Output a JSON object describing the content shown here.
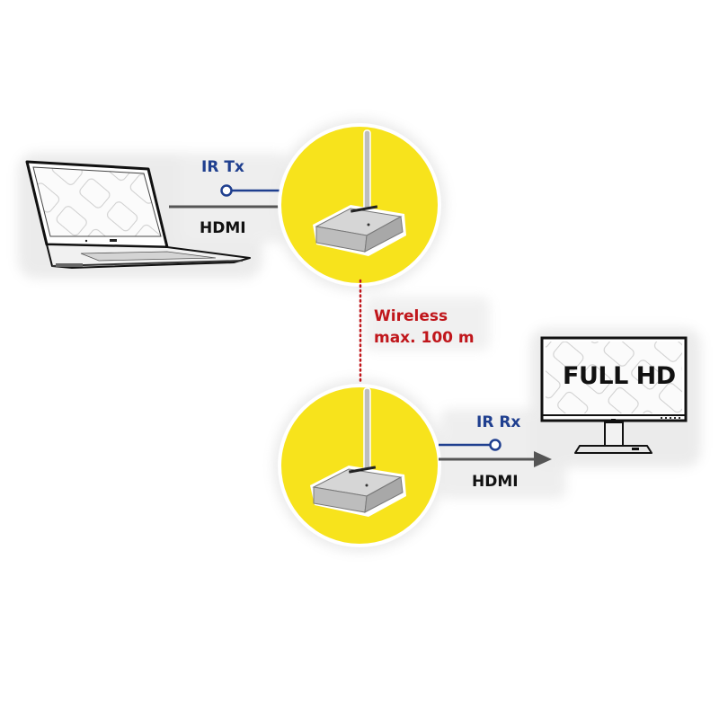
{
  "diagram": {
    "title": "Wireless HDMI extender setup",
    "colors": {
      "circle_fill": "#f7e31c",
      "ir_line": "#1f3f8f",
      "hdmi_line": "#555555",
      "wireless_line": "#c0161b",
      "background": "#ffffff"
    },
    "source": {
      "device": "laptop",
      "icon": "laptop-icon"
    },
    "transmitter": {
      "device": "wireless-transmitter",
      "icon": "transmitter-antenna-icon",
      "ir_label": "IR Tx",
      "hdmi_label": "HDMI"
    },
    "link": {
      "line1": "Wireless",
      "line2": "max. 100 m"
    },
    "receiver": {
      "device": "wireless-receiver",
      "icon": "receiver-antenna-icon",
      "ir_label": "IR Rx",
      "hdmi_label": "HDMI"
    },
    "display": {
      "device": "monitor",
      "icon": "monitor-icon",
      "screen_text": "FULL HD"
    }
  }
}
